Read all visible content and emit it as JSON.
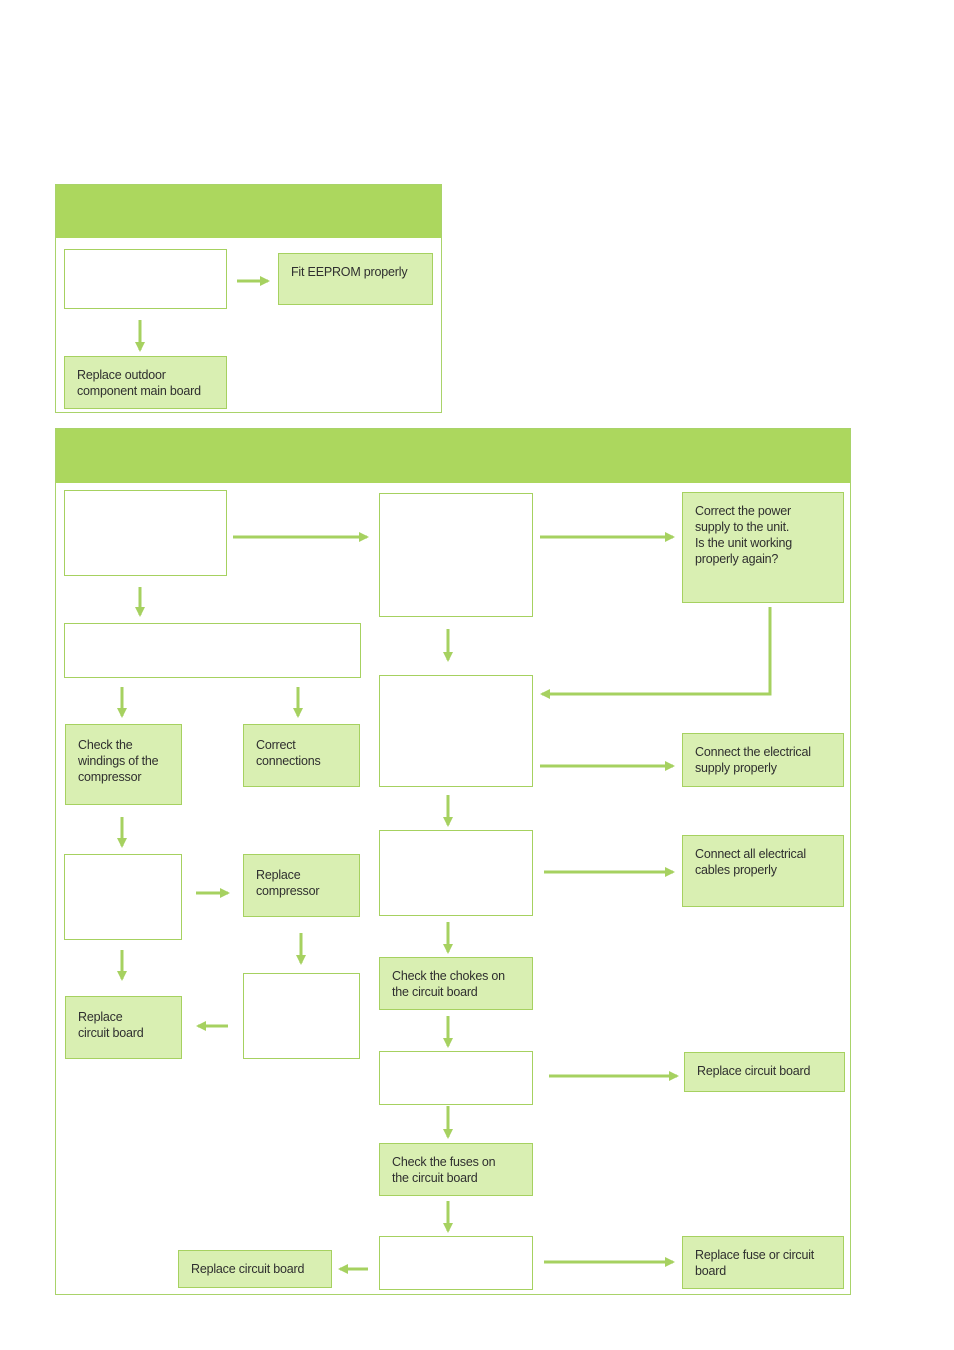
{
  "colors": {
    "accent": "#acd75e",
    "box_fill": "#d9efb2",
    "border": "#a6d160",
    "arrow": "#a6d160",
    "text": "#2f2f2f"
  },
  "panel_top": {
    "boxes": {
      "fit_eeprom": "Fit EEPROM properly",
      "replace_main_board": "Replace outdoor\ncomponent main board"
    }
  },
  "panel_bottom": {
    "boxes": {
      "correct_power": "Correct the power\nsupply to the unit.\nIs the unit working\nproperly again?",
      "check_windings": "Check the\nwindings of the\ncompressor",
      "correct_connections": "Correct\nconnections",
      "connect_electrical_supply": "Connect the electrical\nsupply properly",
      "connect_all_cables": "Connect all electrical\ncables properly",
      "replace_compressor": "Replace\ncompressor",
      "check_chokes": "Check the chokes on\nthe circuit board",
      "replace_circuit_board_left": "Replace\ncircuit board",
      "replace_circuit_board_right": "Replace circuit board",
      "check_fuses": "Check the fuses on\nthe circuit board",
      "replace_circuit_board_bottom": "Replace circuit board",
      "replace_fuse": "Replace fuse or circuit\nboard"
    }
  }
}
